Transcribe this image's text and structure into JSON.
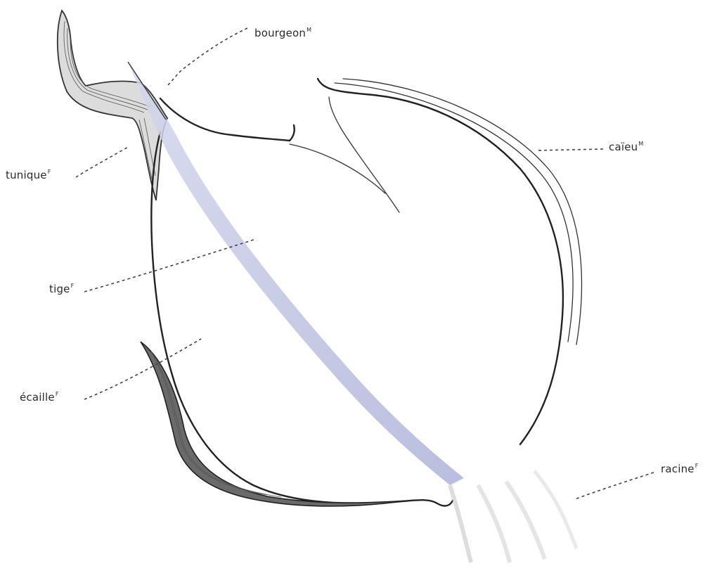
{
  "labels": {
    "bourgeon": {
      "text": "bourgeon",
      "gender": "M"
    },
    "caieu": {
      "text": "caïeu",
      "gender": "M"
    },
    "tunique": {
      "text": "tunique",
      "gender": "F"
    },
    "tige": {
      "text": "tige",
      "gender": "F"
    },
    "ecaille": {
      "text": "écaille",
      "gender": "F"
    },
    "racine": {
      "text": "racine",
      "gender": "F"
    }
  }
}
